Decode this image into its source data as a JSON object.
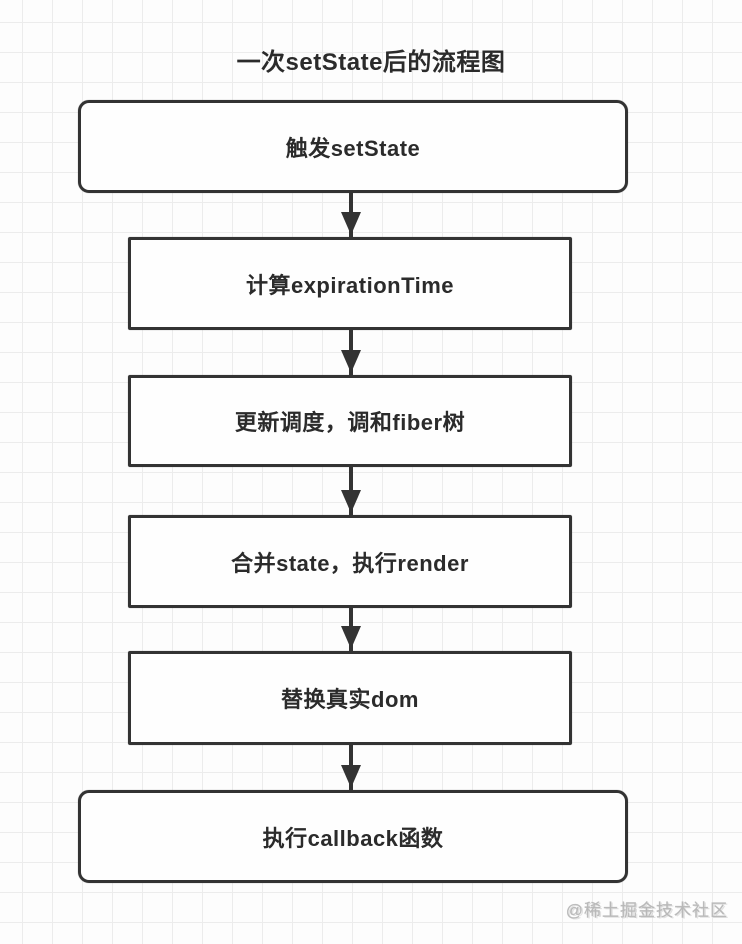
{
  "title": "一次setState后的流程图",
  "watermark": "@稀土掘金技术社区",
  "colors": {
    "node_border": "#333333",
    "node_fill": "#fefefe",
    "text": "#2b2b2b",
    "grid_line": "#ececec",
    "background": "#fdfdfd",
    "watermark": "#b8b8b8"
  },
  "nodes": [
    {
      "id": "trigger-setstate",
      "label": "触发setState",
      "shape": "rounded"
    },
    {
      "id": "compute-expirationtime",
      "label": "计算expirationTime",
      "shape": "rect"
    },
    {
      "id": "update-schedule-fiber",
      "label": "更新调度，调和fiber树",
      "shape": "rect"
    },
    {
      "id": "merge-state-run-render",
      "label": "合并state，执行render",
      "shape": "rect"
    },
    {
      "id": "replace-real-dom",
      "label": "替换真实dom",
      "shape": "rect"
    },
    {
      "id": "execute-callback",
      "label": "执行callback函数",
      "shape": "rounded"
    }
  ],
  "edges": [
    {
      "from": "trigger-setstate",
      "to": "compute-expirationtime"
    },
    {
      "from": "compute-expirationtime",
      "to": "update-schedule-fiber"
    },
    {
      "from": "update-schedule-fiber",
      "to": "merge-state-run-render"
    },
    {
      "from": "merge-state-run-render",
      "to": "replace-real-dom"
    },
    {
      "from": "replace-real-dom",
      "to": "execute-callback"
    }
  ]
}
